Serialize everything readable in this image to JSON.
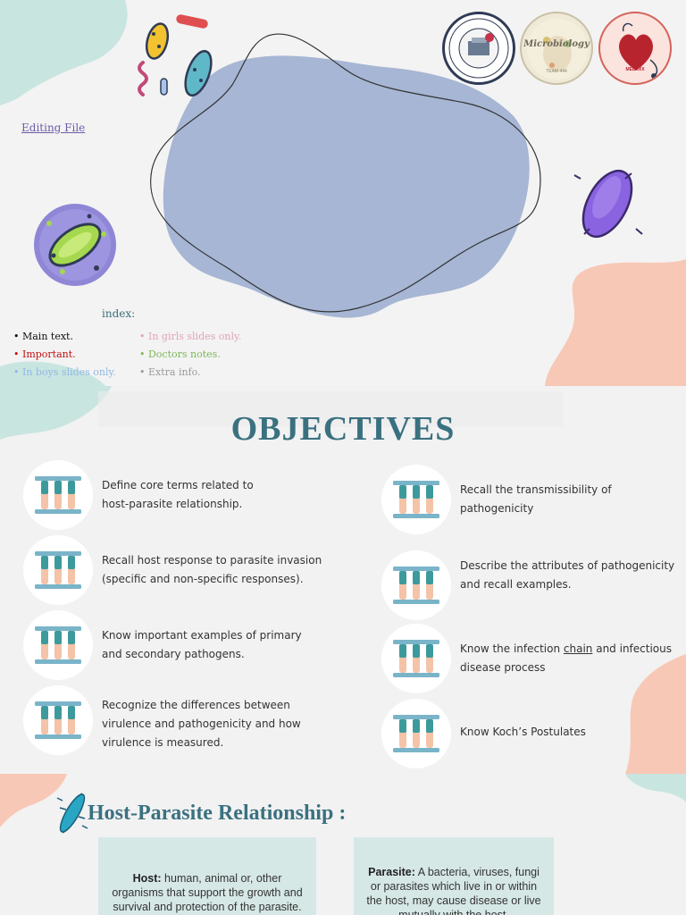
{
  "slide1": {
    "editing_link": "Editing File",
    "index_title": "index:",
    "legend": [
      {
        "label": "• Main text.",
        "color": "#111111"
      },
      {
        "label": "• Important.",
        "color": "#c21313"
      },
      {
        "label": "• In boys slides only.",
        "color": "#8fb8e6"
      },
      {
        "label": "• In girls slides only.",
        "color": "#e0a3b8"
      },
      {
        "label": "• Doctors notes.",
        "color": "#7db85a"
      },
      {
        "label": "• Extra info.",
        "color": "#9a9a9a"
      }
    ],
    "seals": {
      "microbiology_text": "Microbiology",
      "microbiology_sub": "TEAM 444",
      "heart_text": "MEDXXX"
    }
  },
  "slide2": {
    "title": "OBJECTIVES",
    "objectives_left": [
      {
        "line1": "Define core terms related to",
        "line2": "host-parasite relationship.",
        "line3": ""
      },
      {
        "line1": "Recall host response to parasite invasion",
        "line2": "(specific and non-specific responses).",
        "line3": ""
      },
      {
        "line1": "Know important examples of primary",
        "line2": "and secondary pathogens.",
        "line3": ""
      },
      {
        "line1": "Recognize the differences between",
        "line2": "virulence and pathogenicity and how",
        "line3": "virulence is measured."
      }
    ],
    "objectives_right": [
      {
        "line1": "Recall the transmissibility of",
        "line2": "pathogenicity"
      },
      {
        "line1": "Describe the attributes of pathogenicity",
        "line2": "and recall examples."
      },
      {
        "line1_pre": "Know the infection ",
        "line1_link": "chain",
        "line1_post": " and infectious",
        "line2": "disease process"
      },
      {
        "line1": "Know Koch’s Postulates",
        "line2": ""
      }
    ]
  },
  "slide3": {
    "title": "Host-Parasite Relationship :",
    "host_term": "Host:",
    "host_def": " human, animal or, other organisms that support the growth and survival and protection of the parasite.",
    "parasite_term": "Parasite:",
    "parasite_def": " A bacteria, viruses, fungi or parasites which live in or within the host, may cause disease or live mutually with the host."
  },
  "colors": {
    "accent": "#3a7180",
    "blob_blue": "#a6b6d4",
    "blob_mint": "#c9e5e0",
    "blob_peach": "#f8c8b6",
    "card_bg": "#d6e8e6"
  }
}
